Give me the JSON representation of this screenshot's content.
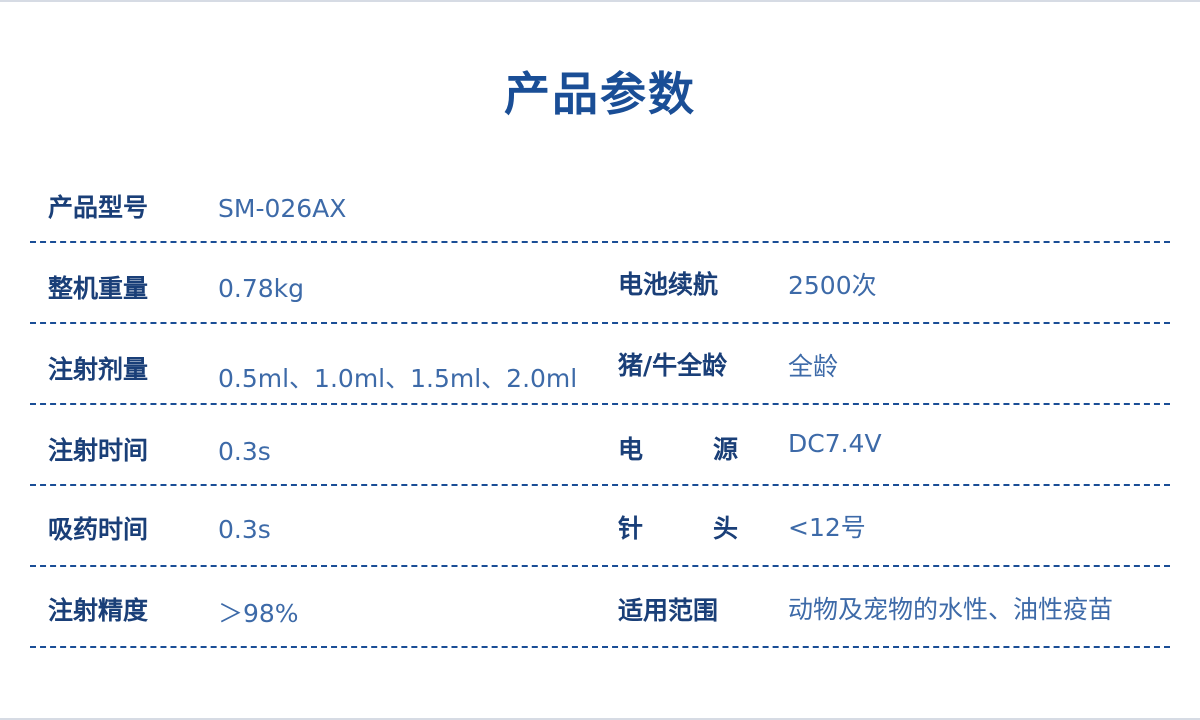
{
  "title": "产品参数",
  "rows": [
    {
      "left_label": "产品型号",
      "left_value": "SM-026AX"
    },
    {
      "left_label": "整机重量",
      "left_value": "0.78kg",
      "right_label": "电池续航",
      "right_value": "2500次"
    },
    {
      "left_label": "注射剂量",
      "left_value": "0.5ml、1.0ml、1.5ml、2.0ml",
      "right_label": "猪/牛全龄",
      "right_value": "全龄"
    },
    {
      "left_label": "注射时间",
      "left_value": "0.3s",
      "right_label_a": "电",
      "right_label_b": "源",
      "right_value": "DC7.4V"
    },
    {
      "left_label": "吸药时间",
      "left_value": "0.3s",
      "right_label_a": "针",
      "right_label_b": "头",
      "right_value": "<12号"
    },
    {
      "left_label": "注射精度",
      "left_value": "＞98%",
      "right_label": "适用范围",
      "right_value": "动物及宠物的水性、油性疫苗"
    }
  ]
}
